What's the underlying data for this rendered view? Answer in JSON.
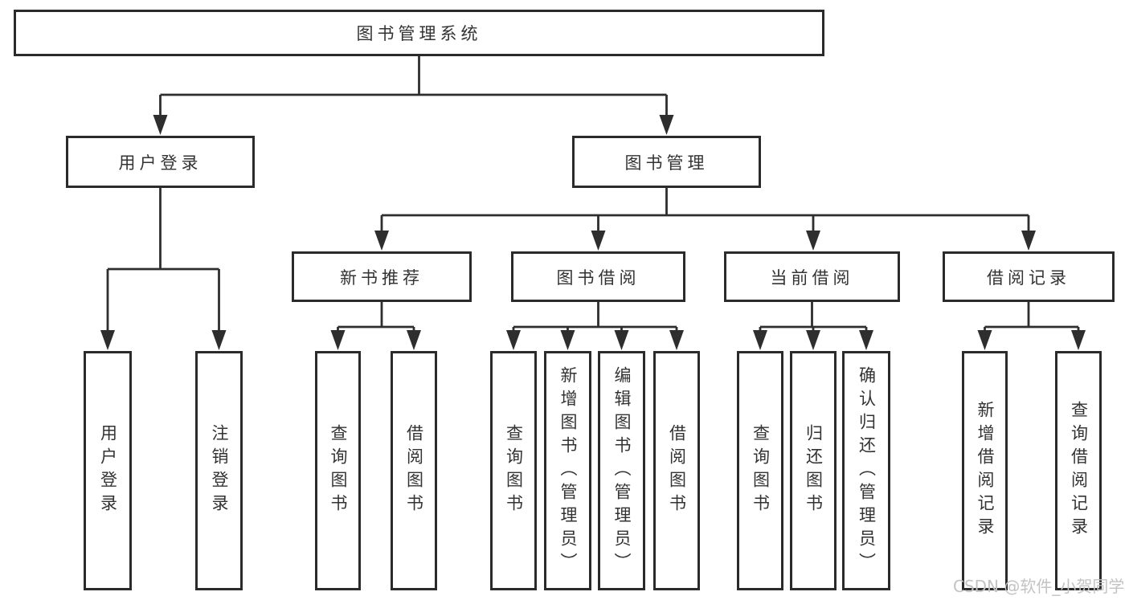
{
  "colors": {
    "ink": "#2e2e2e",
    "background": "#ffffff",
    "watermark_gray": "#c3c3c3"
  },
  "watermark": "CSDN @软件_小贺同学",
  "tree": {
    "root": "图书管理系统",
    "login_branch": "用户登录",
    "mgmt_branch": "图书管理",
    "new_book": "新书推荐",
    "borrow": "图书借阅",
    "current": "当前借阅",
    "records": "借阅记录",
    "leaves": {
      "user_login": "用户登录",
      "logout": "注销登录",
      "nb_query": "查询图书",
      "nb_borrow": "借阅图书",
      "bw_query": "查询图书",
      "bw_add": "新增图书（管理员）",
      "bw_edit": "编辑图书（管理员）",
      "bw_borrow": "借阅图书",
      "cur_query": "查询图书",
      "cur_return": "归还图书",
      "cur_confirm": "确认归还（管理员）",
      "rec_add": "新增借阅记录",
      "rec_query": "查询借阅记录"
    }
  }
}
